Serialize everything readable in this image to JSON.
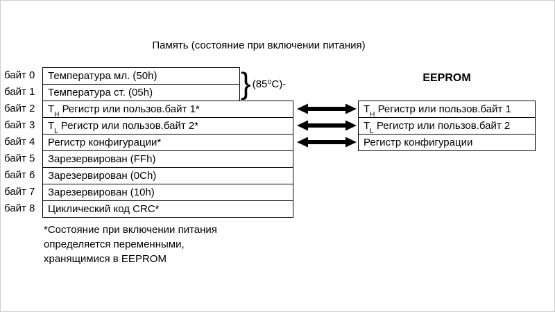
{
  "title": "Память (состояние при включении питания)",
  "scratchpad": {
    "byte_labels": [
      "байт 0",
      "байт 1",
      "байт 2",
      "байт 3",
      "байт 4",
      "байт 5",
      "байт 6",
      "байт 7",
      "байт 8"
    ],
    "rows": [
      {
        "main": "Температура мл. (50h)",
        "sub": "",
        "rest": ""
      },
      {
        "main": "Температура ст. (05h)",
        "sub": "",
        "rest": ""
      },
      {
        "main": "T",
        "sub": "H",
        "rest": " Регистр или пользов.байт 1*"
      },
      {
        "main": "T",
        "sub": "L",
        "rest": " Регистр или пользов.байт 2*"
      },
      {
        "main": "Регистр конфигурации*",
        "sub": "",
        "rest": ""
      },
      {
        "main": "Зарезервирован (FFh)",
        "sub": "",
        "rest": ""
      },
      {
        "main": "Зарезервирован (0Ch)",
        "sub": "",
        "rest": ""
      },
      {
        "main": "Зарезервирован (10h)",
        "sub": "",
        "rest": ""
      },
      {
        "main": "Циклический код CRC*",
        "sub": "",
        "rest": ""
      }
    ],
    "temp_annotation": {
      "brace": "}",
      "label": "(85⁰C)-"
    }
  },
  "eeprom": {
    "title": "EEPROM",
    "rows": [
      {
        "main": "T",
        "sub": "H",
        "rest": " Регистр или пользов.байт 1"
      },
      {
        "main": "T",
        "sub": "L",
        "rest": " Регистр или пользов.байт 2"
      },
      {
        "main": "Регистр конфигурации",
        "sub": "",
        "rest": ""
      }
    ]
  },
  "footnote": {
    "line1": "*Состояние при включении питания",
    "line2": "определяется переменными,",
    "line3": "хранящимися в EEPROM"
  }
}
